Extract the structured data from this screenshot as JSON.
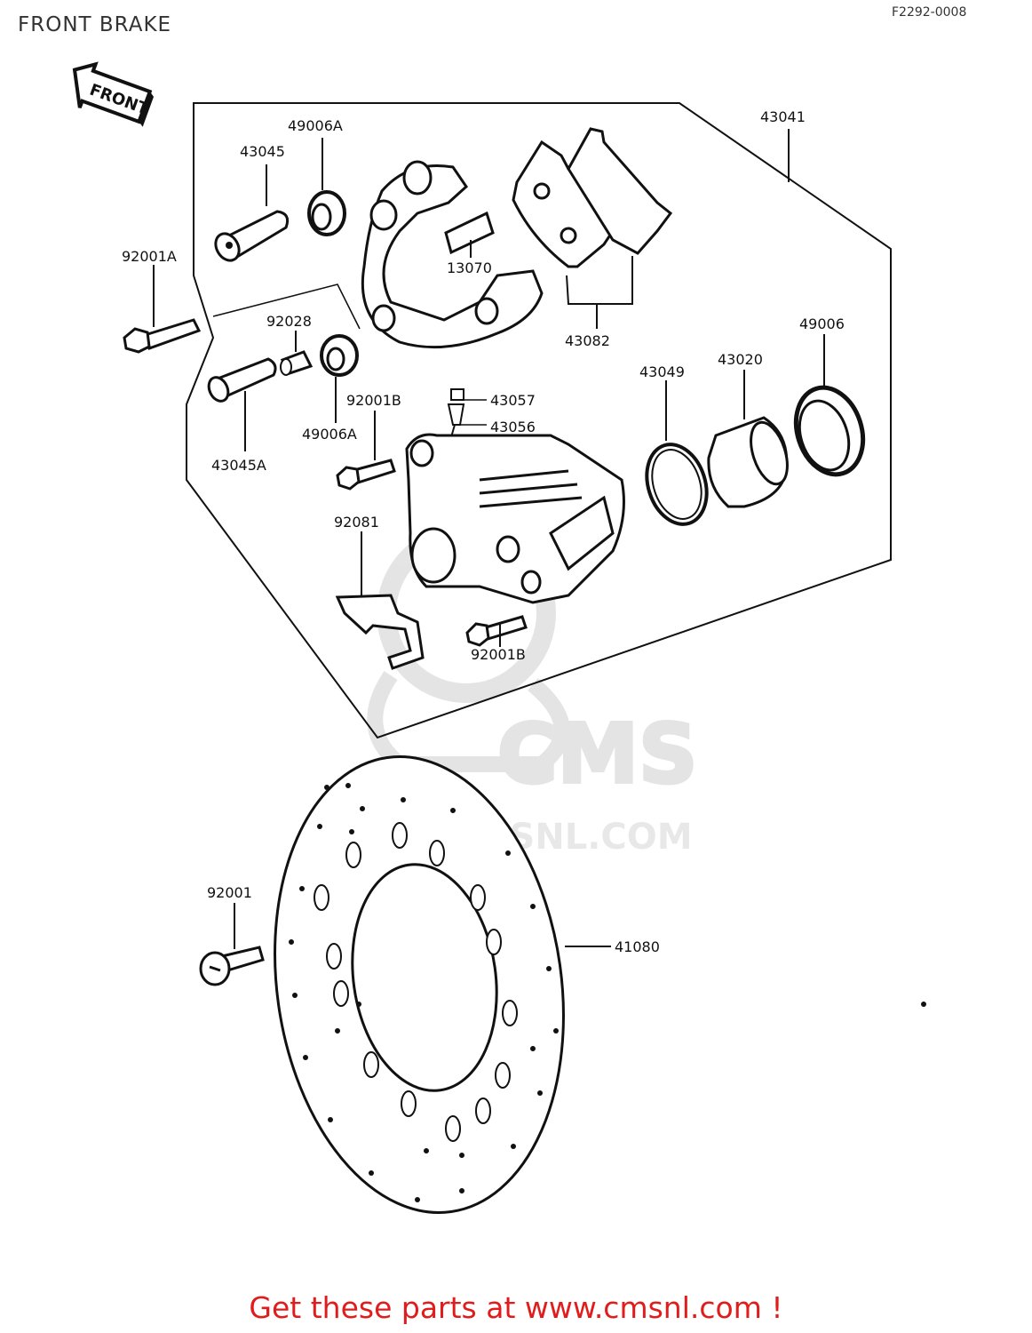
{
  "header": {
    "title": "FRONT BRAKE",
    "diagram_code": "F2292-0008"
  },
  "arrow": {
    "label": "FRONT"
  },
  "watermark": {
    "brand": "CMS",
    "site": "WWW.CMSNL.COM"
  },
  "parts": {
    "p43041": "43041",
    "p49006A_top": "49006A",
    "p43045": "43045",
    "p92001A": "92001A",
    "p13070": "13070",
    "p43082": "43082",
    "p92028": "92028",
    "p49006": "49006",
    "p43049": "43049",
    "p43020": "43020",
    "p92001B_top": "92001B",
    "p43057": "43057",
    "p43056": "43056",
    "p49006A_bottom": "49006A",
    "p43045A": "43045A",
    "p92081": "92081",
    "p92001B_bottom": "92001B",
    "p92001": "92001",
    "p41080": "41080"
  },
  "footer": {
    "cta": "Get these parts at www.cmsnl.com !"
  }
}
